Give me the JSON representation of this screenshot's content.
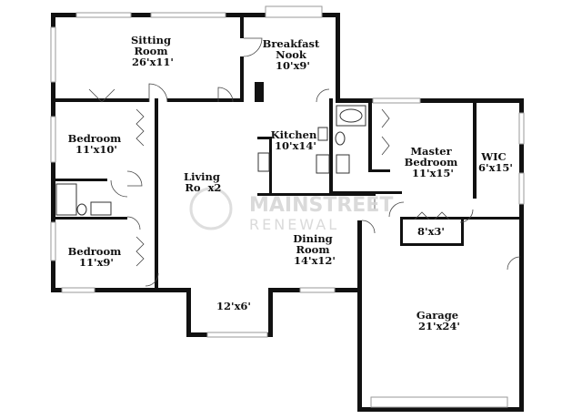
{
  "rooms": {
    "sitting": {
      "name": "Sitting\nRoom",
      "dims": "26'x11'"
    },
    "breakfast": {
      "name": "Breakfast\nNook",
      "dims": "10'x9'"
    },
    "bedroom1": {
      "name": "Bedroom",
      "dims": "11'x10'"
    },
    "kitchen": {
      "name": "Kitchen",
      "dims": "10'x14'"
    },
    "master": {
      "name": "Master\nBedroom",
      "dims": "11'x15'"
    },
    "wic": {
      "name": "WIC",
      "dims": "6'x15'"
    },
    "living": {
      "name": "Living\nRo",
      "dims": "x2"
    },
    "closet": {
      "name": "",
      "dims": "8'x3'"
    },
    "bedroom2": {
      "name": "Bedroom",
      "dims": "11'x9'"
    },
    "dining": {
      "name": "Dining\nRoom",
      "dims": "14'x12'"
    },
    "porch": {
      "name": "",
      "dims": "12'x6'"
    },
    "garage": {
      "name": "Garage",
      "dims": "21'x24'"
    }
  },
  "watermark": {
    "line1": "MAINSTREET",
    "line2": "RENEWAL"
  }
}
